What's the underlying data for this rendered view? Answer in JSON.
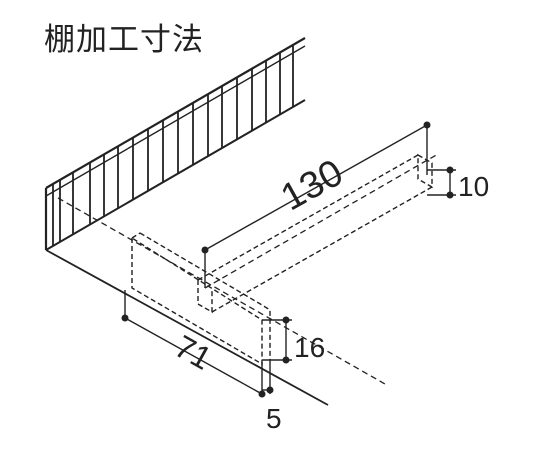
{
  "title": "棚加工寸法",
  "dimensions": {
    "length": "130",
    "height_rear": "10",
    "height_front": "16",
    "depth": "71",
    "offset": "5"
  },
  "colors": {
    "line": "#222222",
    "background": "#ffffff"
  }
}
